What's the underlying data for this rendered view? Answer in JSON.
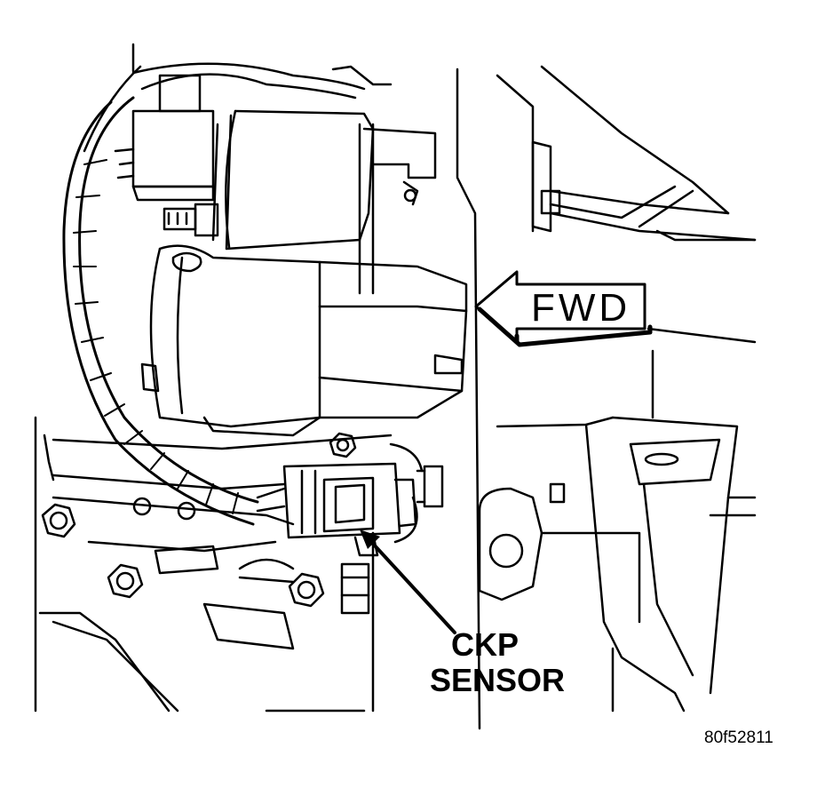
{
  "labels": {
    "fwd": "FWD",
    "ckp_line1": "CKP",
    "ckp_line2": "SENSOR",
    "figure_id": "80f52811"
  },
  "colors": {
    "ink": "#000000",
    "paper": "#ffffff"
  }
}
